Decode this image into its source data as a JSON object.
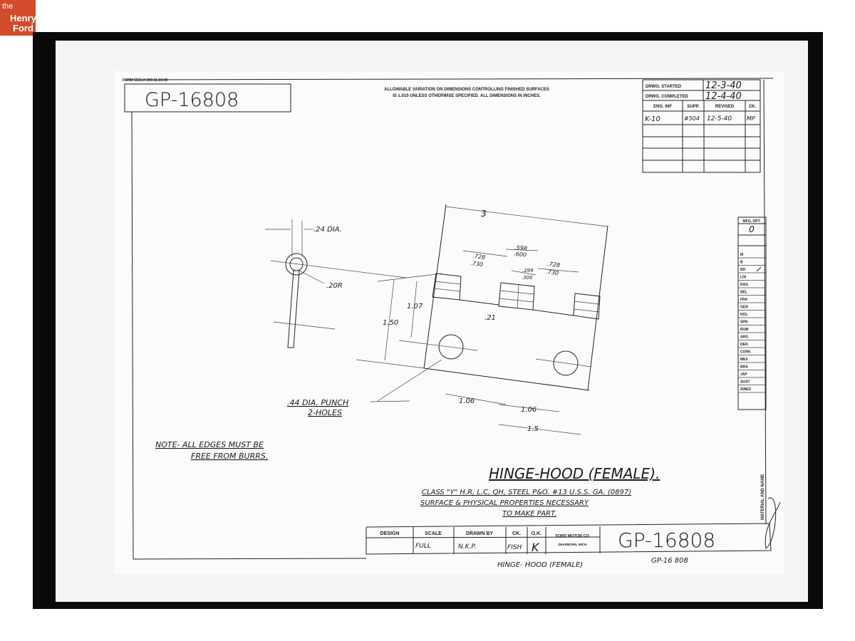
{
  "logo": {
    "line1": "the",
    "line2": "Henry",
    "line3": "Ford",
    "color": "#d24b2a"
  },
  "sheet": {
    "form_number": "FORM 5551-X  200-11-23-40",
    "drawing_number_box": "GP-16808",
    "tolerance_note_line1": "ALLOWABLE VARIATION ON DIMENSIONS CONTROLLING FINISHED SURFACES",
    "tolerance_note_line2": "IS ±.010 UNLESS OTHERWISE SPECIFIED.  ALL DIMENSIONS IN INCHES."
  },
  "revision_table": {
    "started_label": "DRWG. STARTED",
    "started_value": "12-3-40",
    "completed_label": "DRWG. COMPLETED",
    "completed_value": "12-4-40",
    "headers": [
      "ENG. INF",
      "SUPP.",
      "REVISED",
      "CK."
    ],
    "rows": [
      [
        "K-10",
        "#504",
        "12-5-40",
        "MP"
      ]
    ]
  },
  "mfg_options": {
    "header": "MFG. OPT.",
    "value": "0",
    "items": [
      "M",
      "B",
      "BD",
      "LIN",
      "DAG",
      "BEL",
      "FRA",
      "GER",
      "HOL",
      "SPN",
      "RUM",
      "ARG",
      "DEN",
      "CORK",
      "MEX",
      "BRA",
      "JAP",
      "AUST",
      "SWED"
    ],
    "checked": "BD"
  },
  "dimensions": {
    "pin_dia": ".24 DIA.",
    "radius": ".20R",
    "overall_length": "3",
    "left_gap_a": ".728",
    "left_gap_b": ".730",
    "center_a": ".598",
    "center_b": ".600",
    "right_gap_a": ".728",
    "right_gap_b": ".730",
    "slot_a": ".299",
    "slot_b": ".300",
    "height_1": "1.07",
    "height_2": "1.50",
    "notch": ".21",
    "hole_spacing_1": "1.06",
    "hole_spacing_2": "1.06",
    "offset": "1.5",
    "hole_note_1": ".44 DIA. PUNCH",
    "hole_note_2": "2-HOLES"
  },
  "note": {
    "line1": "NOTE- ALL EDGES MUST BE",
    "line2": "FREE FROM BURRS."
  },
  "title": {
    "name": "HINGE-HOOD (FEMALE).",
    "material_1": "CLASS \"Y\" H.R, L.C, QH, STEEL P&O. #13 U.S.S. GA. (0897)",
    "material_2": "SURFACE & PHYSICAL PROPERTIES NECESSARY",
    "material_3": "TO MAKE PART.",
    "side_label": "MATERIAL AND NAME"
  },
  "title_block": {
    "headers": [
      "DESIGN",
      "SCALE",
      "DRAWN BY",
      "CK.",
      "O.K."
    ],
    "values": [
      "",
      "FULL",
      "N.K.P.",
      "FISH",
      "K"
    ],
    "company": "FORD MOTOR CO.",
    "city": "DEARBORN, MICH.",
    "drawing_number": "GP-16808"
  },
  "caption": {
    "name": "HINGE- HOOD (FEMALE)",
    "number": "GP-16 808"
  }
}
